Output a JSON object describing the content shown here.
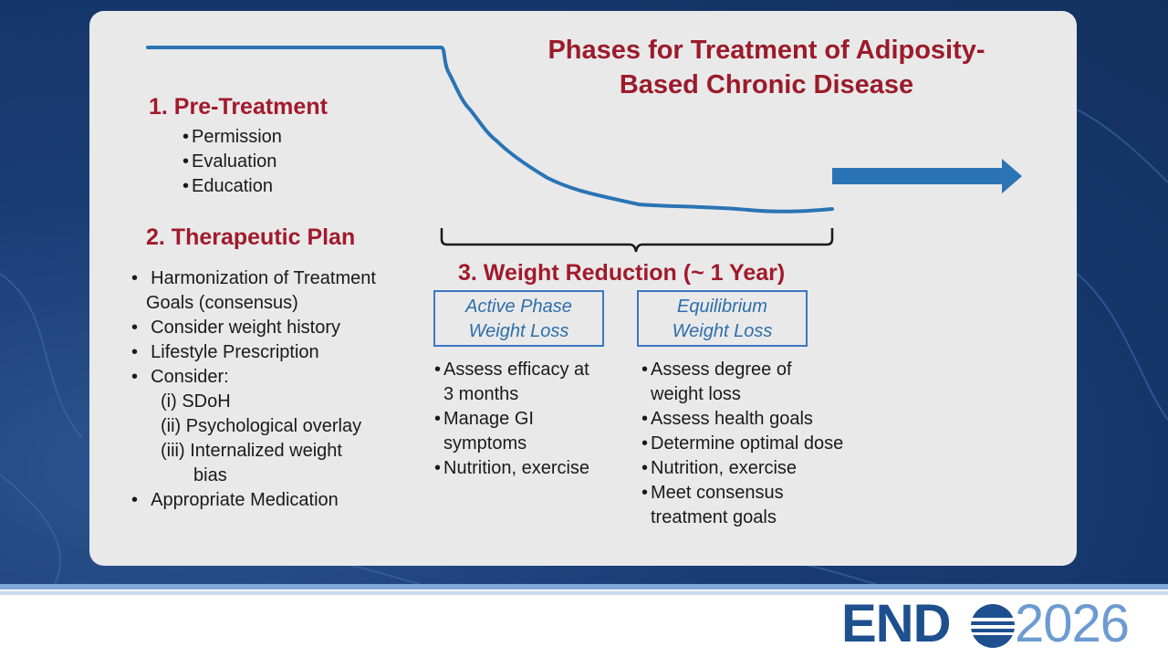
{
  "title": "Phases for Treatment of Adiposity-Based Chronic Disease",
  "title_line1": "Phases for Treatment of Adiposity-",
  "title_line2": "Based Chronic Disease",
  "pre_treatment": {
    "heading": "1. Pre-Treatment",
    "items": [
      "Permission",
      "Evaluation",
      "Education"
    ]
  },
  "therapeutic_plan": {
    "heading": "2. Therapeutic Plan",
    "items": [
      "Harmonization of Treatment",
      "Goals (consensus)",
      "Consider weight history",
      "Lifestyle Prescription",
      "Consider:",
      "(i)  SDoH",
      "(ii) Psychological overlay",
      "(iii) Internalized weight",
      "bias",
      "Appropriate Medication"
    ]
  },
  "weight_reduction": {
    "heading": "3. Weight Reduction (~ 1 Year)",
    "active": {
      "label_line1": "Active Phase",
      "label_line2": "Weight Loss",
      "items": [
        "Assess efficacy at",
        "3 months",
        "Manage GI",
        "symptoms",
        "Nutrition, exercise"
      ]
    },
    "equilibrium": {
      "label_line1": "Equilibrium",
      "label_line2": "Weight Loss",
      "items": [
        "Assess degree of",
        "weight loss",
        "Assess health goals",
        "Determine optimal dose",
        "Nutrition, exercise",
        "Meet consensus",
        "treatment goals"
      ]
    }
  },
  "logo": {
    "word": "END",
    "year": "2026"
  },
  "colors": {
    "heading": "#a11a2b",
    "curve": "#2a74b5",
    "box_border": "#3a78c0",
    "arrow": "#2a74b5",
    "logo_dark": "#1e4f8f",
    "logo_light": "#6c9bd1"
  }
}
